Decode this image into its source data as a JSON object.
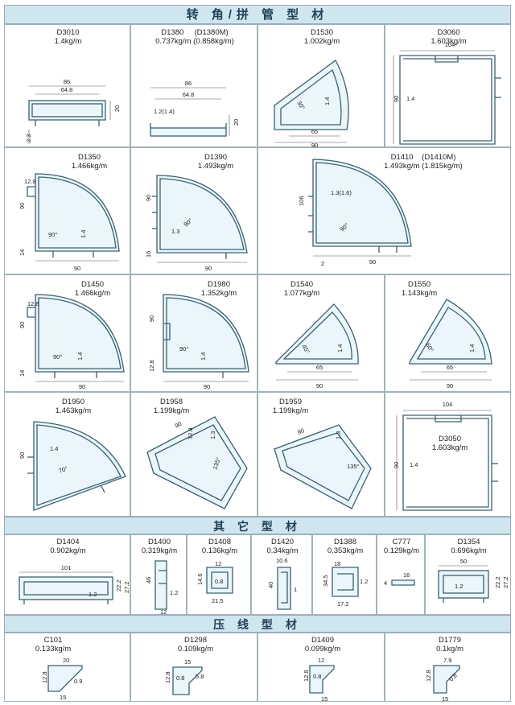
{
  "sections": {
    "corner": "转 角/拼 管 型 材",
    "other": "其 它 型 材",
    "press": "压 线 型 材"
  },
  "row1": [
    {
      "code": "D3010",
      "weight": "1.4kg/m",
      "dims": [
        "86",
        "64.8",
        "20",
        "2.3"
      ]
    },
    {
      "code": "D1380",
      "code_alt": "(D1380M)",
      "weight": "0.737kg/m",
      "weight_alt": "(0.858kg/m)",
      "dims": [
        "86",
        "64.8",
        "20",
        "1.2(1.4)"
      ]
    },
    {
      "code": "D1530",
      "weight": "1.002kg/m",
      "dims": [
        "30°",
        "1.4",
        "65",
        "90"
      ]
    },
    {
      "code": "D3060",
      "weight": "1.603kg/m",
      "dims": [
        "104",
        "90",
        "1.4"
      ]
    }
  ],
  "row2": [
    {
      "code": "D1350",
      "weight": "1.466kg/m",
      "dims": [
        "12.8",
        "90",
        "90°",
        "1.4",
        "14",
        "90"
      ]
    },
    {
      "code": "D1390",
      "weight": "1.493kg/m",
      "dims": [
        "90",
        "1.3",
        "90°",
        "16",
        "90"
      ]
    },
    {
      "code": "D1410",
      "code_alt": "(D1410M)",
      "weight": "1.493kg/m",
      "weight_alt": "(1.815kg/m)",
      "dims": [
        "106",
        "1.3(1.6)",
        "90°",
        "2",
        "90"
      ]
    }
  ],
  "row3": [
    {
      "code": "D1450",
      "weight": "1.466kg/m",
      "dims": [
        "12.8",
        "90",
        "90°",
        "1.4",
        "14",
        "90"
      ]
    },
    {
      "code": "D1980",
      "weight": "1.352kg/m",
      "dims": [
        "90",
        "90°",
        "1.4",
        "12.8",
        "90"
      ]
    },
    {
      "code": "D1540",
      "weight": "1.077kg/m",
      "dims": [
        "45°",
        "1.4",
        "65",
        "90"
      ]
    },
    {
      "code": "D1550",
      "weight": "1.143kg/m",
      "dims": [
        "60°",
        "1.4",
        "65",
        "90"
      ]
    }
  ],
  "row4": [
    {
      "code": "D1950",
      "weight": "1.463kg/m",
      "dims": [
        "1.4",
        "90",
        "70°"
      ]
    },
    {
      "code": "D1958",
      "weight": "1.199kg/m",
      "dims": [
        "90",
        "12.8",
        "1.3",
        "135°"
      ]
    },
    {
      "code": "D1959",
      "weight": "1.199kg/m",
      "dims": [
        "90",
        "1.3",
        "135°"
      ]
    },
    {
      "code": "D3050",
      "weight": "1.603kg/m",
      "dims": [
        "104",
        "90",
        "1.4"
      ]
    }
  ],
  "other": [
    {
      "code": "D1404",
      "weight": "0.902kg/m",
      "dims": [
        "101",
        "1.2",
        "22.2",
        "27.2"
      ]
    },
    {
      "code": "D1400",
      "weight": "0.319kg/m",
      "dims": [
        "46",
        "1.2",
        "12"
      ]
    },
    {
      "code": "D1408",
      "weight": "0.136kg/m",
      "dims": [
        "14.6",
        "12",
        "0.8",
        "21.5"
      ]
    },
    {
      "code": "D1420",
      "weight": "0.34kg/m",
      "dims": [
        "10.6",
        "40",
        "1"
      ]
    },
    {
      "code": "D1388",
      "weight": "0.353kg/m",
      "dims": [
        "34.5",
        "18",
        "1.2",
        "17.2"
      ]
    },
    {
      "code": "C777",
      "weight": "0.129kg/m",
      "dims": [
        "16",
        "4"
      ]
    },
    {
      "code": "D1354",
      "weight": "0.696kg/m",
      "dims": [
        "50",
        "1.2",
        "22.2",
        "27.2"
      ]
    }
  ],
  "press": [
    {
      "code": "C101",
      "weight": "0.133kg/m",
      "dims": [
        "20",
        "12.8",
        "0.9",
        "15"
      ]
    },
    {
      "code": "D1298",
      "weight": "0.109kg/m",
      "dims": [
        "15",
        "12.8",
        "0.8",
        "5.8"
      ]
    },
    {
      "code": "D1409",
      "weight": "0.099kg/m",
      "dims": [
        "12",
        "12.8",
        "0.8",
        "15"
      ]
    },
    {
      "code": "D1779",
      "weight": "0.1kg/m",
      "dims": [
        "7.9",
        "12.8",
        "0.8",
        "15"
      ]
    }
  ]
}
